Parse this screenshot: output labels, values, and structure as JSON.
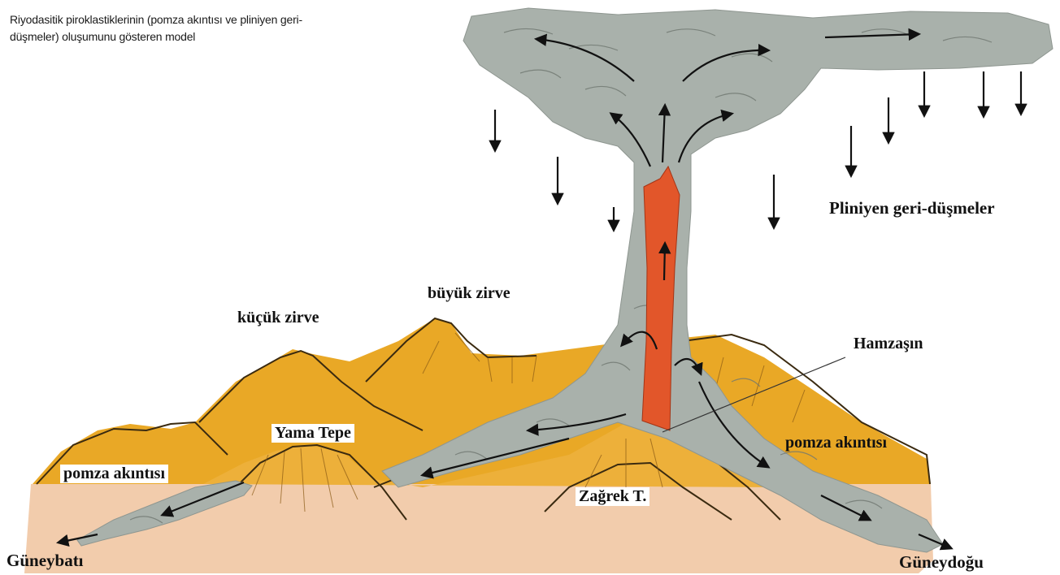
{
  "caption": {
    "line1": "Riyodasitik piroklastiklerinin (pomza akıntısı ve pliniyen geri-",
    "line2": "düşmeler) oluşumunu gösteren model"
  },
  "labels": {
    "pliniyen": "Pliniyen geri-düşmeler",
    "buyuk_zirve": "büyük zirve",
    "kucuk_zirve": "küçük zirve",
    "hamzasin": "Hamzaşın",
    "yama_tepe": "Yama Tepe",
    "pomza_left": "pomza akıntısı",
    "pomza_right": "pomza akıntısı",
    "zagrek": "Zağrek T.",
    "guneybati": "Güneybatı",
    "guneydogu": "Güneydoğu"
  },
  "colors": {
    "ash_plume": "#a9b1ab",
    "mountain": "#e9a826",
    "ground": "#f2ccac",
    "lava_column": "#e2562a",
    "arrow": "#111111"
  }
}
